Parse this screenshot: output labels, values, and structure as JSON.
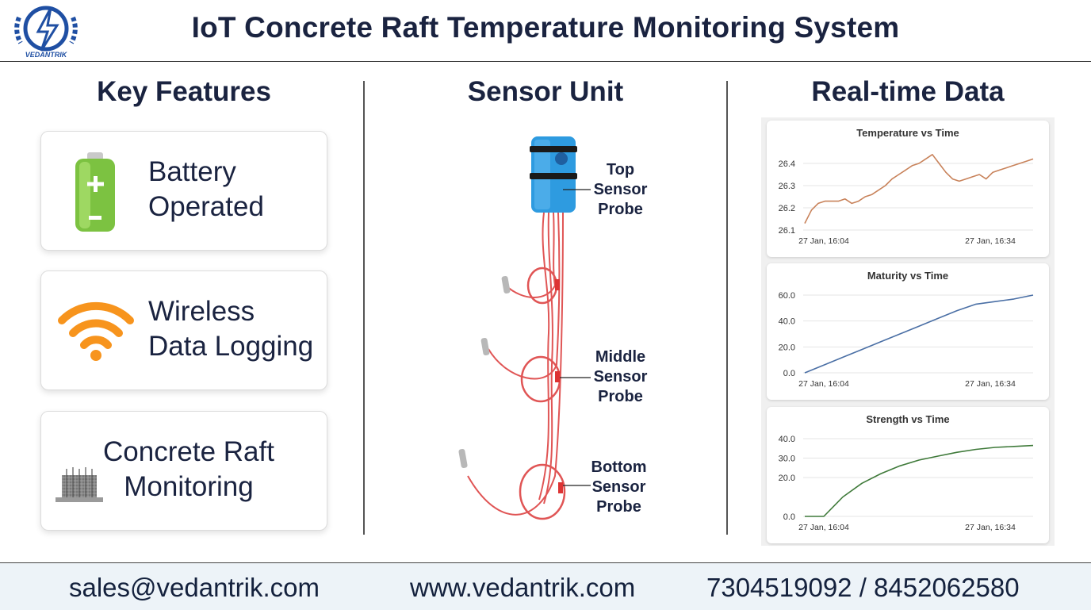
{
  "header": {
    "title": "IoT Concrete Raft Temperature Monitoring System",
    "logo_text": "VEDANTRIK"
  },
  "columns": {
    "features_title": "Key Features",
    "sensor_title": "Sensor Unit",
    "data_title": "Real-time Data"
  },
  "features": [
    {
      "line1": "Battery",
      "line2": "Operated",
      "icon": "battery-icon"
    },
    {
      "line1": "Wireless",
      "line2": "Data Logging",
      "icon": "wifi-icon"
    },
    {
      "line1": "Concrete Raft",
      "line2": "Monitoring",
      "icon": "concrete-raft-icon"
    }
  ],
  "probes": {
    "top": [
      "Top",
      "Sensor",
      "Probe"
    ],
    "middle": [
      "Middle",
      "Sensor",
      "Probe"
    ],
    "bottom": [
      "Bottom",
      "Sensor",
      "Probe"
    ]
  },
  "colors": {
    "temperature": "#c8825a",
    "maturity": "#4a6fa5",
    "strength": "#3f7a3a",
    "battery": "#7cc241",
    "wifi": "#f7941d",
    "sensor_box": "#2e9be0",
    "cable": "#e05555"
  },
  "chart_data": [
    {
      "type": "line",
      "title": "Temperature vs Time",
      "x_ticks": [
        "27 Jan, 16:04",
        "27 Jan, 16:34"
      ],
      "y_ticks": [
        "26.4",
        "26.3",
        "26.2",
        "26.1"
      ],
      "ylim": [
        26.1,
        26.45
      ],
      "series": [
        {
          "values": [
            26.13,
            26.19,
            26.22,
            26.23,
            26.23,
            26.23,
            26.24,
            26.22,
            26.23,
            26.25,
            26.26,
            26.28,
            26.3,
            26.33,
            26.35,
            26.37,
            26.39,
            26.4,
            26.42,
            26.44,
            26.4,
            26.36,
            26.33,
            26.32,
            26.33,
            26.34,
            26.35,
            26.33,
            26.36,
            26.37,
            26.38,
            26.39,
            26.4,
            26.41,
            26.42
          ]
        }
      ]
    },
    {
      "type": "line",
      "title": "Maturity vs Time",
      "x_ticks": [
        "27 Jan, 16:04",
        "27 Jan, 16:34"
      ],
      "y_ticks": [
        "60.0",
        "40.0",
        "20.0",
        "0.0"
      ],
      "ylim": [
        0,
        60
      ],
      "series": [
        {
          "values": [
            0,
            6,
            12,
            18,
            24,
            30,
            36,
            42,
            48,
            53,
            55,
            57,
            60
          ]
        }
      ]
    },
    {
      "type": "line",
      "title": "Strength vs Time",
      "x_ticks": [
        "27 Jan, 16:04",
        "27 Jan, 16:34"
      ],
      "y_ticks": [
        "40.0",
        "30.0",
        "20.0",
        "0.0"
      ],
      "ylim": [
        0,
        40
      ],
      "series": [
        {
          "values": [
            0,
            0,
            10,
            17,
            22,
            26,
            29,
            31,
            33,
            34.5,
            35.5,
            36,
            36.5
          ]
        }
      ]
    }
  ],
  "footer": {
    "email": "sales@vedantrik.com",
    "website": "www.vedantrik.com",
    "phone": "7304519092 / 8452062580"
  }
}
